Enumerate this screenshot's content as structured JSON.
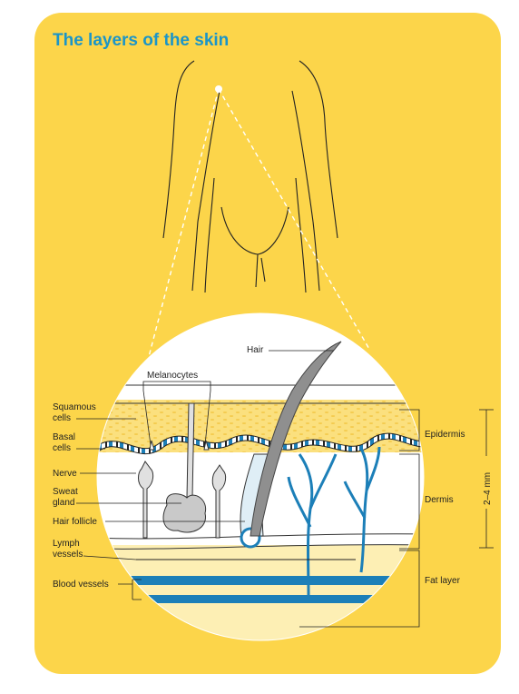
{
  "title": "The layers of the skin",
  "labels": {
    "hair": "Hair",
    "melanocytes": "Melanocytes",
    "squamous_1": "Squamous",
    "squamous_2": "cells",
    "basal_1": "Basal",
    "basal_2": "cells",
    "nerve": "Nerve",
    "sweat_1": "Sweat",
    "sweat_2": "gland",
    "hair_follicle": "Hair follicle",
    "lymph_1": "Lymph",
    "lymph_2": "vessels",
    "blood_vessels": "Blood vessels",
    "epidermis": "Epidermis",
    "dermis": "Dermis",
    "fat_layer": "Fat layer",
    "thickness": "2–4 mm"
  },
  "colors": {
    "panel": "#fcd54a",
    "title": "#1b95c8",
    "vessel_blue": "#1c7fb8",
    "hair_grey": "#8f8f8f",
    "epidermis_yellow": "#fbe07e",
    "fat_cream": "#fdefb4"
  }
}
